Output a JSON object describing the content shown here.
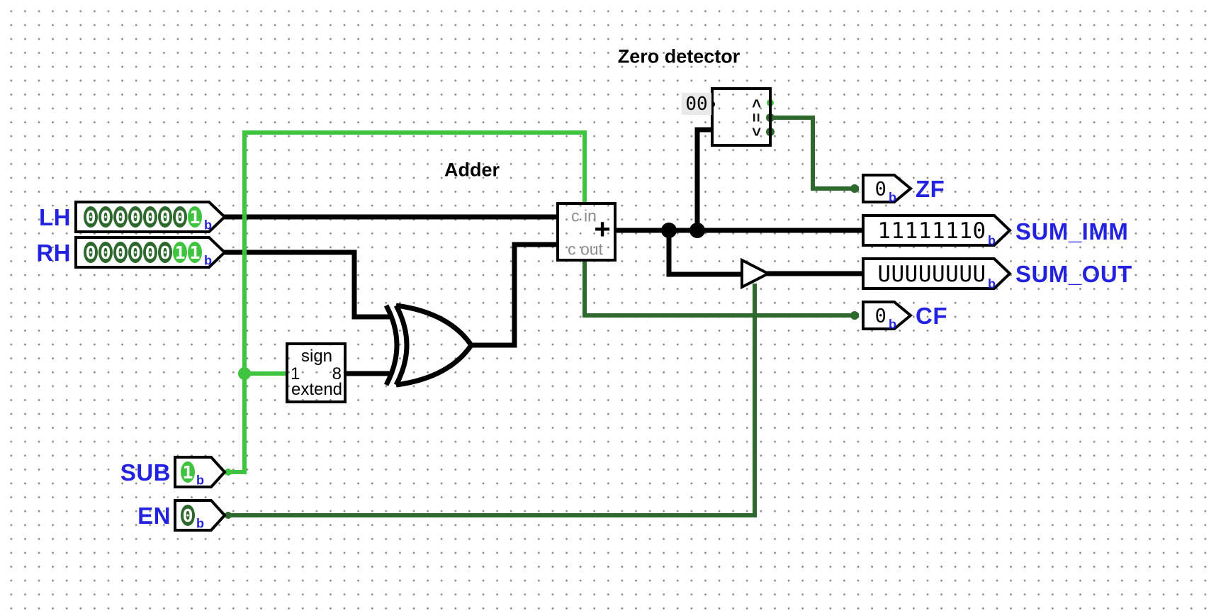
{
  "titles": {
    "adder": "Adder",
    "zero_detector": "Zero detector"
  },
  "colors": {
    "high_green": "#3fc43f",
    "low_green": "#2d682d",
    "label_blue": "#2222e0",
    "wire_black": "#000000",
    "gray_text": "#8c8c8c",
    "constant_bg": "#e9e9e9",
    "grid_dot": "#8a8a8a"
  },
  "inputs": {
    "lh": {
      "label": "LH",
      "value": "00000001",
      "digits": [
        "0",
        "0",
        "0",
        "0",
        "0",
        "0",
        "0",
        "1"
      ],
      "radix": "b"
    },
    "rh": {
      "label": "RH",
      "value": "00000011",
      "digits": [
        "0",
        "0",
        "0",
        "0",
        "0",
        "0",
        "1",
        "1"
      ],
      "radix": "b"
    },
    "sub": {
      "label": "SUB",
      "value": "1",
      "digits": [
        "1"
      ],
      "radix": "b"
    },
    "en": {
      "label": "EN",
      "value": "0",
      "digits": [
        "0"
      ],
      "radix": "b"
    }
  },
  "components": {
    "sign_extend": {
      "top": "sign",
      "bottom": "extend",
      "in_bits": "1",
      "out_bits": "8"
    },
    "adder": {
      "c_in": "c in",
      "c_out": "c out",
      "plus": "+"
    },
    "comparator": {
      "gt": ">",
      "eq": "=",
      "lt": "<"
    },
    "constant": {
      "value": "00"
    }
  },
  "outputs": {
    "zf": {
      "label": "ZF",
      "value": "0",
      "radix": "b"
    },
    "sum_imm": {
      "label": "SUM_IMM",
      "value": "11111110",
      "radix": "b"
    },
    "sum_out": {
      "label": "SUM_OUT",
      "value": "UUUUUUUU",
      "radix": "b"
    },
    "cf": {
      "label": "CF",
      "value": "0",
      "radix": "b"
    }
  }
}
